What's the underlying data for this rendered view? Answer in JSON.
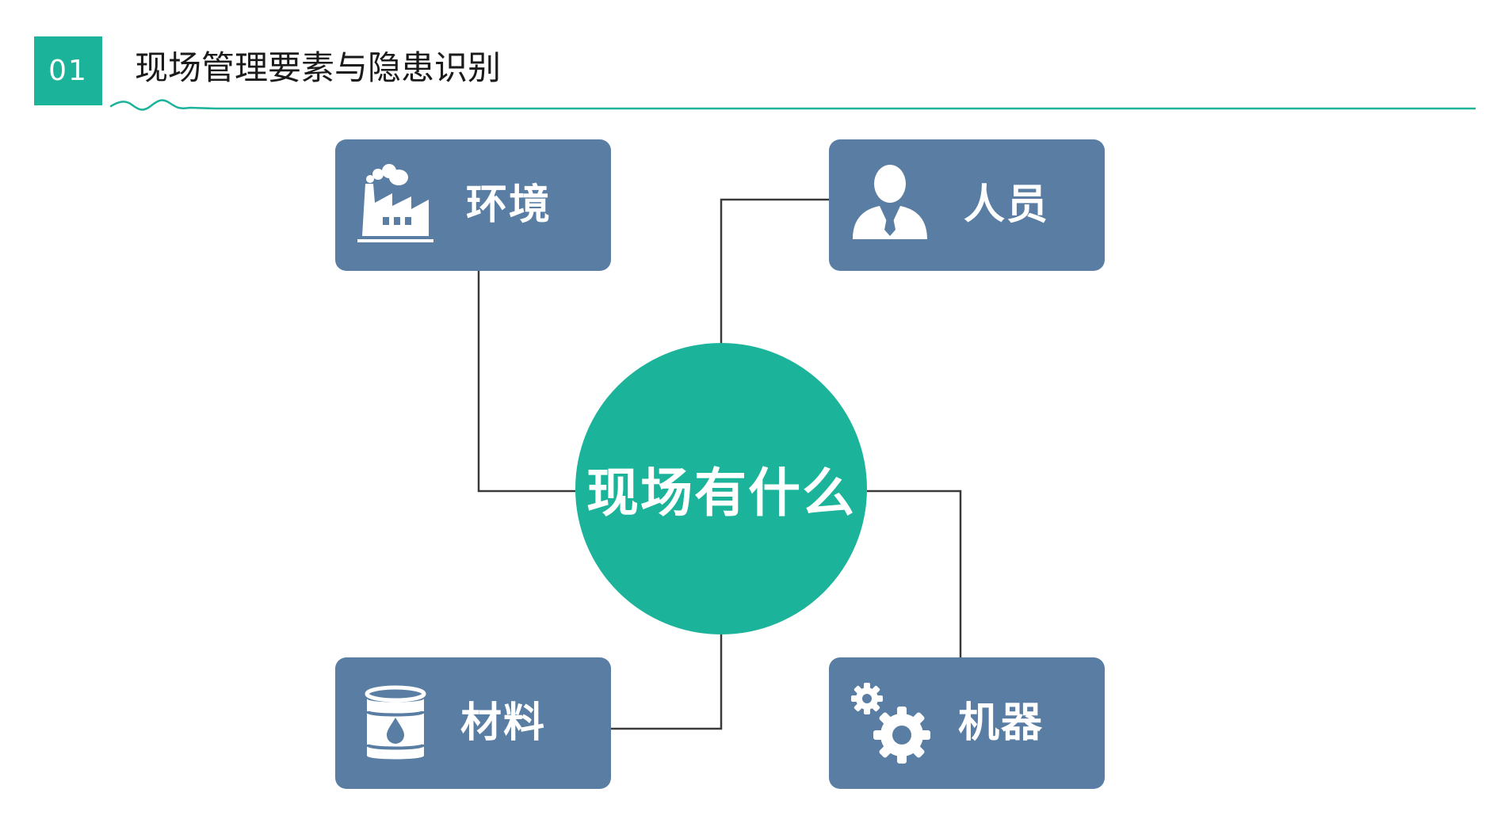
{
  "header": {
    "number": "01",
    "title": "现场管理要素与隐患识别",
    "accent_color": "#1bb49a"
  },
  "diagram": {
    "center": {
      "label": "现场有什么",
      "color": "#1bb49a"
    },
    "box_color": "#5a7ea3",
    "nodes": [
      {
        "id": "environment",
        "label": "环境",
        "icon": "factory-icon"
      },
      {
        "id": "people",
        "label": "人员",
        "icon": "person-icon"
      },
      {
        "id": "materials",
        "label": "材料",
        "icon": "oil-drum-icon"
      },
      {
        "id": "machines",
        "label": "机器",
        "icon": "gears-icon"
      }
    ],
    "edges": [
      {
        "from": "center",
        "to": "environment"
      },
      {
        "from": "center",
        "to": "people"
      },
      {
        "from": "center",
        "to": "materials"
      },
      {
        "from": "center",
        "to": "machines"
      }
    ]
  }
}
